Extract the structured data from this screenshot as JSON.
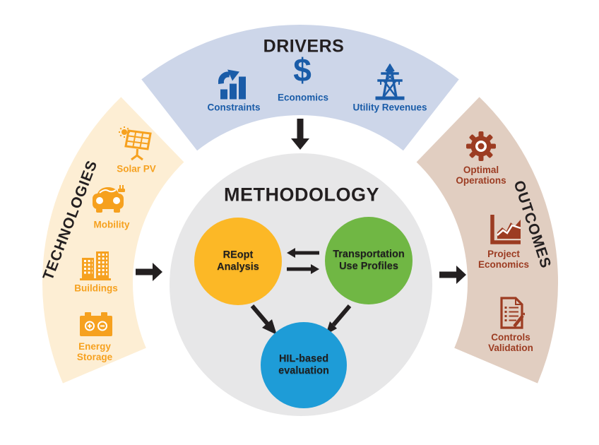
{
  "colors": {
    "ink": "#231f20",
    "drivers_band": "#cdd6e9",
    "drivers_accent": "#1a5ca8",
    "technologies_band": "#fdeed4",
    "technologies_accent": "#f6a11f",
    "outcomes_band": "#e1cec1",
    "outcomes_accent": "#9c3c22",
    "methodology_bg": "#e7e7e8",
    "node_reopt": "#fcb826",
    "node_transport": "#70b744",
    "node_hil": "#1e9cd7",
    "canvas_bg": "#ffffff"
  },
  "drivers": {
    "title": "DRIVERS",
    "items": [
      {
        "label": "Constraints",
        "icon": "bar-chart-growth-icon"
      },
      {
        "label": "Economics",
        "icon": "dollar-icon",
        "glyph": "$"
      },
      {
        "label": "Utility Revenues",
        "icon": "transmission-tower-icon"
      }
    ]
  },
  "technologies": {
    "title": "TECHNOLOGIES",
    "items": [
      {
        "label": "Solar PV",
        "icon": "solar-panel-icon"
      },
      {
        "label": "Mobility",
        "icon": "electric-car-icon"
      },
      {
        "label": "Buildings",
        "icon": "buildings-icon"
      },
      {
        "label": "Energy Storage",
        "icon": "battery-icon"
      }
    ]
  },
  "outcomes": {
    "title": "OUTCOMES",
    "items": [
      {
        "label": "Optimal Operations",
        "icon": "gear-icon"
      },
      {
        "label": "Project Economics",
        "icon": "area-chart-icon"
      },
      {
        "label": "Controls Validation",
        "icon": "checklist-pencil-icon"
      }
    ]
  },
  "methodology": {
    "title": "METHODOLOGY",
    "nodes": [
      {
        "label": "REopt Analysis"
      },
      {
        "label": "Transportation Use Profiles"
      },
      {
        "label": "HIL-based evaluation"
      }
    ]
  }
}
